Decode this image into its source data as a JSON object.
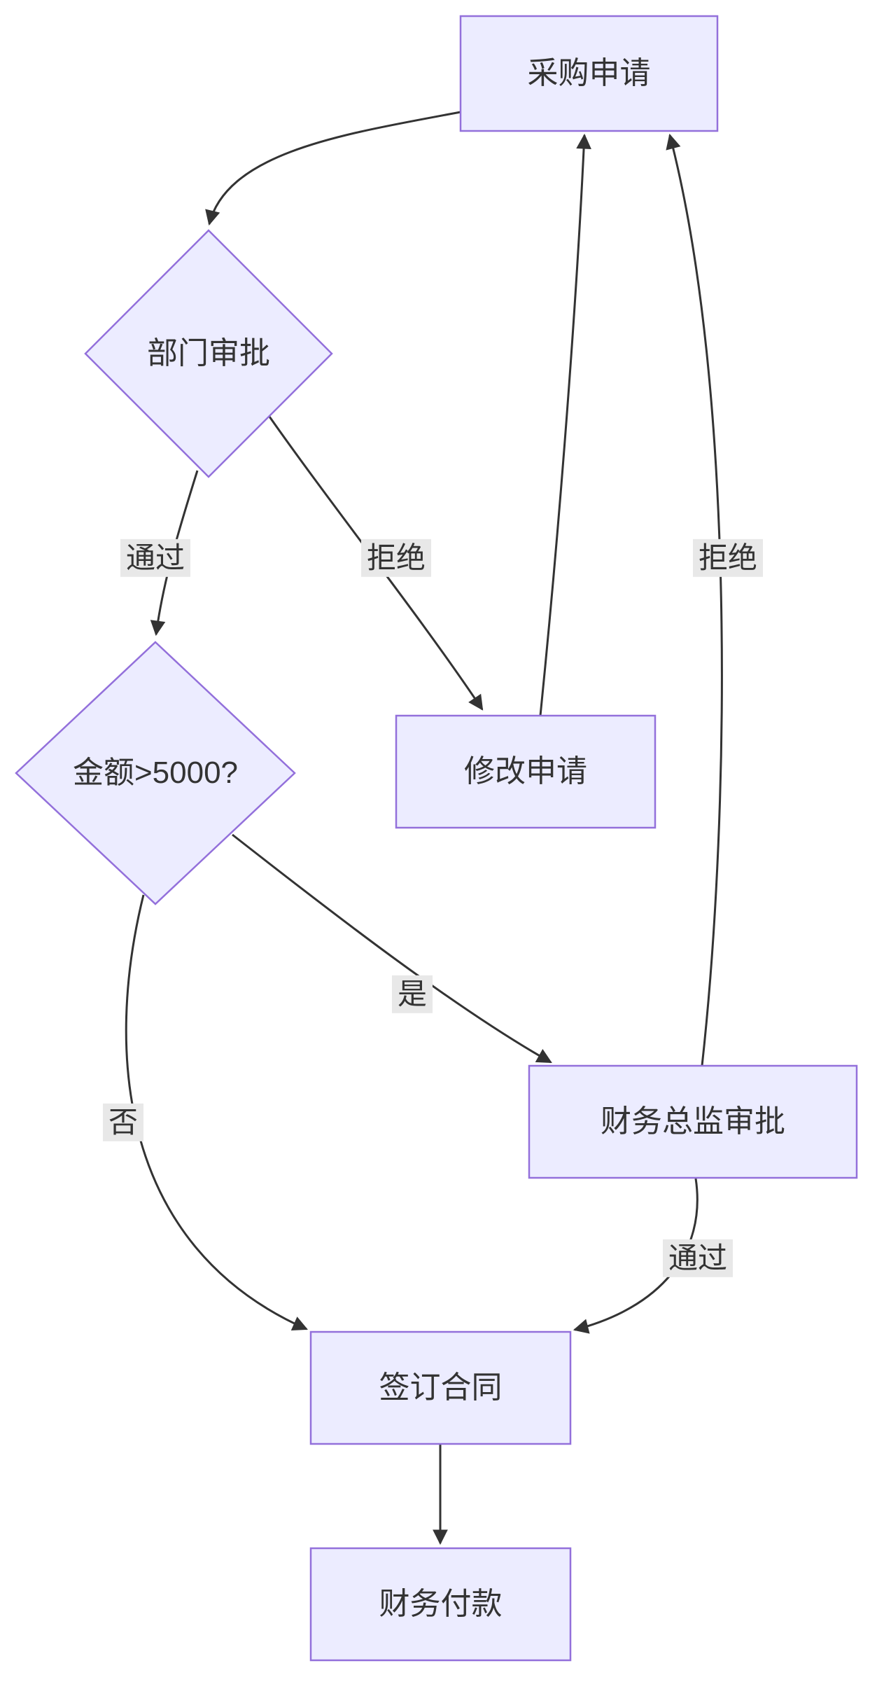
{
  "diagram": {
    "type": "flowchart",
    "direction": "top-down",
    "nodes": [
      {
        "id": "A",
        "label": "采购申请",
        "shape": "rect"
      },
      {
        "id": "B",
        "label": "部门审批",
        "shape": "diamond"
      },
      {
        "id": "C",
        "label": "金额>5000?",
        "shape": "diamond"
      },
      {
        "id": "D",
        "label": "修改申请",
        "shape": "rect"
      },
      {
        "id": "E",
        "label": "财务总监审批",
        "shape": "rect"
      },
      {
        "id": "F",
        "label": "签订合同",
        "shape": "rect"
      },
      {
        "id": "G",
        "label": "财务付款",
        "shape": "rect"
      }
    ],
    "edges": [
      {
        "from": "采购申请",
        "to": "部门审批",
        "label": ""
      },
      {
        "from": "部门审批",
        "to": "金额>5000?",
        "label": "通过"
      },
      {
        "from": "部门审批",
        "to": "修改申请",
        "label": "拒绝"
      },
      {
        "from": "修改申请",
        "to": "采购申请",
        "label": ""
      },
      {
        "from": "金额>5000?",
        "to": "财务总监审批",
        "label": "是"
      },
      {
        "from": "金额>5000?",
        "to": "签订合同",
        "label": "否"
      },
      {
        "from": "财务总监审批",
        "to": "签订合同",
        "label": "通过"
      },
      {
        "from": "财务总监审批",
        "to": "采购申请",
        "label": "拒绝"
      },
      {
        "from": "签订合同",
        "to": "财务付款",
        "label": ""
      }
    ],
    "colors": {
      "node_fill": "#ECECFF",
      "node_border": "#9370DB",
      "edge_stroke": "#333333",
      "edge_label_bg": "#e8e8e8",
      "text": "#333333"
    }
  }
}
